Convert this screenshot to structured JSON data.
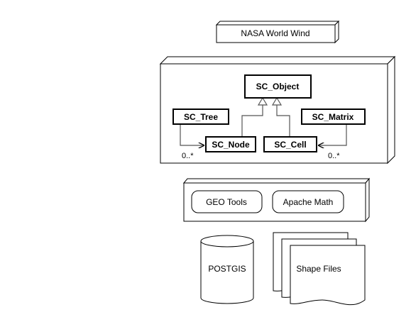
{
  "nodes": {
    "world_wind": "NASA World Wind",
    "sc_object": "SC_Object",
    "sc_tree": "SC_Tree",
    "sc_matrix": "SC_Matrix",
    "sc_node": "SC_Node",
    "sc_cell": "SC_Cell",
    "geo_tools": "GEO Tools",
    "apache_math": "Apache Math",
    "postgis": "POSTGIS",
    "shape_files": "Shape Files"
  },
  "multiplicities": {
    "tree_to_node": "0..*",
    "matrix_to_cell": "0..*"
  }
}
